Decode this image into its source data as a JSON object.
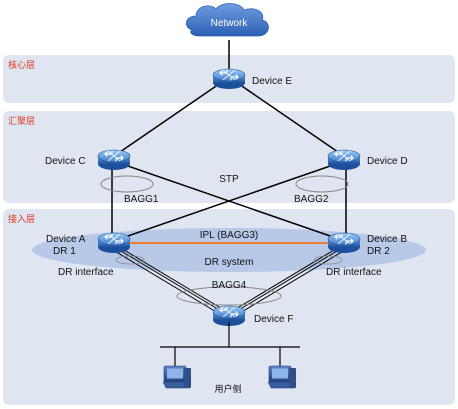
{
  "cloud": {
    "label": "Network"
  },
  "layers": {
    "core": "核心层",
    "aggregation": "汇聚层",
    "access": "接入层"
  },
  "devices": {
    "e": "Device E",
    "c": "Device C",
    "d": "Device D",
    "a_name": "Device A",
    "a_role": "DR 1",
    "b_name": "Device B",
    "b_role": "DR 2",
    "f": "Device F"
  },
  "links": {
    "stp": "STP",
    "bagg1": "BAGG1",
    "bagg2": "BAGG2",
    "ipl": "IPL (BAGG3)",
    "dr_system": "DR system",
    "dr_interface_left": "DR interface",
    "dr_interface_right": "DR interface",
    "bagg4": "BAGG4"
  },
  "users": {
    "label": "用户侧"
  },
  "colors": {
    "layer_band": "#dfe6f1",
    "layer_label": "#e03a1e",
    "dr_ellipse": "#b7c9e6",
    "ipl_link": "#f08030",
    "device_blue": "#2f6fb7",
    "cloud": "#3e74c8"
  }
}
